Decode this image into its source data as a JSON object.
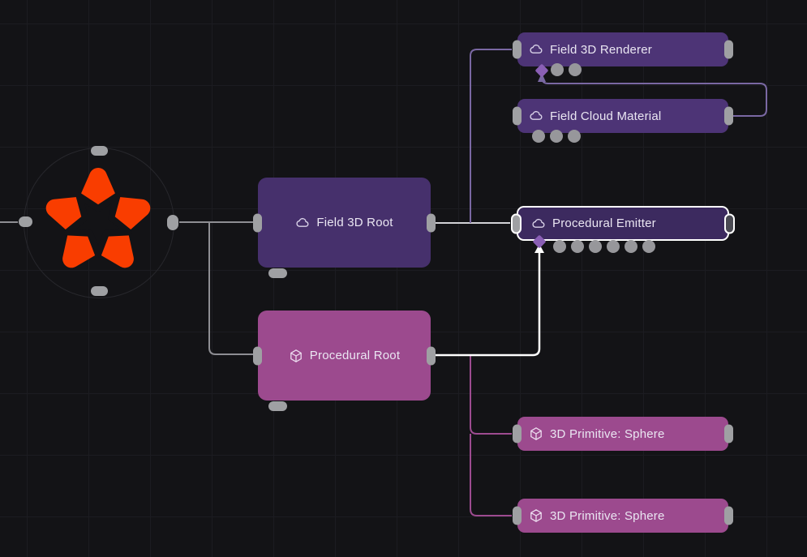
{
  "app": {
    "name": "Node graph editor"
  },
  "canvas": {
    "bg": "#131316",
    "grid_line": "#1c1c21"
  },
  "colors": {
    "node_purple": "#4d3476",
    "node_purple_deep": "#46306c",
    "node_selected": "#3c2a5f",
    "node_magenta": "#9c4a8e",
    "selection_border": "#ffffff",
    "wire_gray": "#8e8e93",
    "wire_light": "#d2d2d6",
    "wire_purple": "#7a68a3",
    "wire_magenta": "#9d4b90",
    "wire_white": "#ffffff",
    "connector_gray": "#9fa0a3",
    "diamond_purple": "#8a5fb5",
    "logo_orange": "#f93d00"
  },
  "nodes": {
    "renderer": {
      "label": "Field 3D Renderer",
      "icon": "cloud-icon"
    },
    "cloud_material": {
      "label": "Field Cloud Material",
      "icon": "cloud-icon"
    },
    "field_root": {
      "label": "Field 3D Root",
      "icon": "cloud-icon"
    },
    "proc_emitter": {
      "label": "Procedural Emitter",
      "icon": "cloud-icon",
      "selected": true
    },
    "proc_root": {
      "label": "Procedural Root",
      "icon": "cube-icon"
    },
    "sphere_a": {
      "label": "3D Primitive: Sphere",
      "icon": "cube-icon"
    },
    "sphere_b": {
      "label": "3D Primitive: Sphere",
      "icon": "cube-icon"
    }
  }
}
